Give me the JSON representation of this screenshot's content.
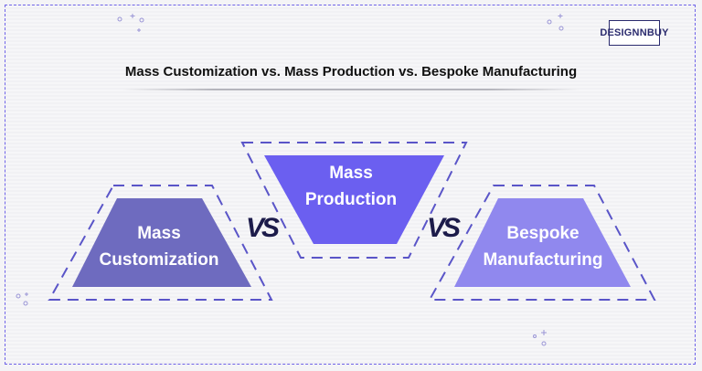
{
  "brand": {
    "logo_text": "DESIGNNBUY"
  },
  "title": "Mass Customization vs. Mass Production vs. Bespoke Manufacturing",
  "separator": "VS",
  "shapes": [
    {
      "line1": "Mass",
      "line2": "Customization",
      "color": "#6e6bbf"
    },
    {
      "line1": "Mass",
      "line2": "Production",
      "color": "#6b5ff0"
    },
    {
      "line1": "Bespoke",
      "line2": "Manufacturing",
      "color": "#9088ee"
    }
  ],
  "colors": {
    "accent": "#6f63e8",
    "dashed_outline": "#5a55c8",
    "dark": "#1c1b4a"
  }
}
